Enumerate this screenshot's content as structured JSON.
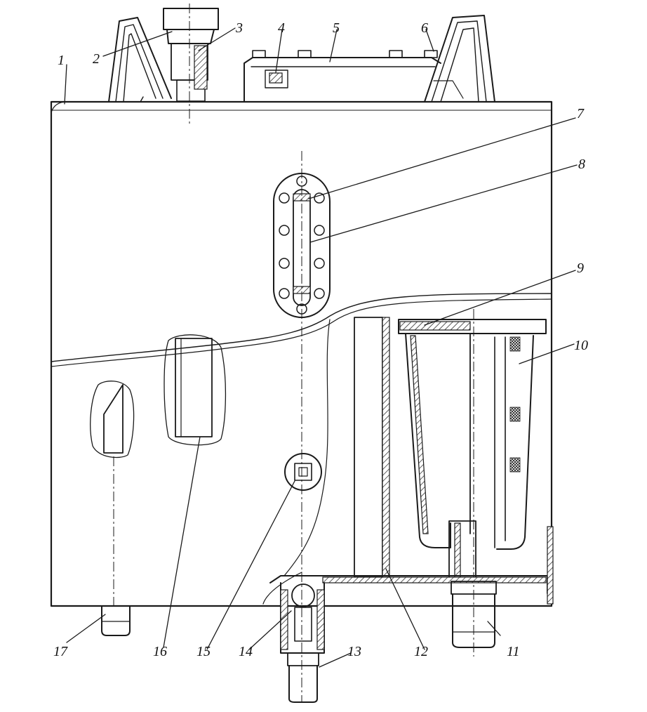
{
  "diagram": {
    "callouts": [
      {
        "id": "1",
        "text": "1"
      },
      {
        "id": "2",
        "text": "2"
      },
      {
        "id": "3",
        "text": "3"
      },
      {
        "id": "4",
        "text": "4"
      },
      {
        "id": "5",
        "text": "5"
      },
      {
        "id": "6",
        "text": "6"
      },
      {
        "id": "7",
        "text": "7"
      },
      {
        "id": "8",
        "text": "8"
      },
      {
        "id": "9",
        "text": "9"
      },
      {
        "id": "10",
        "text": "10"
      },
      {
        "id": "11",
        "text": "11"
      },
      {
        "id": "12",
        "text": "12"
      },
      {
        "id": "13",
        "text": "13"
      },
      {
        "id": "14",
        "text": "14"
      },
      {
        "id": "15",
        "text": "15"
      },
      {
        "id": "16",
        "text": "16"
      },
      {
        "id": "17",
        "text": "17"
      }
    ],
    "colors": {
      "ink": "#1a1a1a",
      "paper": "#ffffff"
    }
  }
}
